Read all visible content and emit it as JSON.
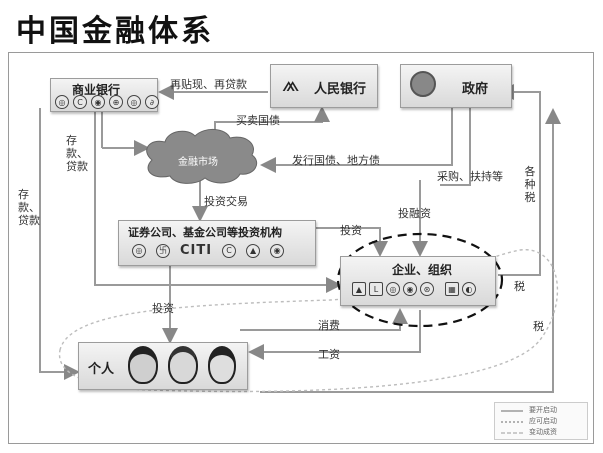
{
  "title": "中国金融体系",
  "nodes": {
    "commercial_bank": "商业银行",
    "central_bank": "人民银行",
    "government": "政府",
    "financial_market": "金融市场",
    "securities": "证券公司、基金公司等投资机构",
    "enterprise": "企业、组织",
    "individual": "个人"
  },
  "logos": {
    "citi": "CITI"
  },
  "edges": {
    "rediscount": "再贴现、再贷款",
    "buy_sell_bonds": "买卖国债",
    "issue_bonds": "发行国债、地方债",
    "deposit_loan_1": "存款、贷款",
    "deposit_loan_2": "存款、贷款",
    "invest_trade": "投资交易",
    "invest_1": "投资",
    "invest_financing": "投融资",
    "procurement": "采购、扶持等",
    "taxes": "各种税",
    "tax_1": "税",
    "tax_2": "税",
    "invest_2": "投资",
    "consumption": "消费",
    "wages": "工资"
  },
  "legend": {
    "item1": "要开启动",
    "item2": "应可启动",
    "item3": "变动成资"
  }
}
